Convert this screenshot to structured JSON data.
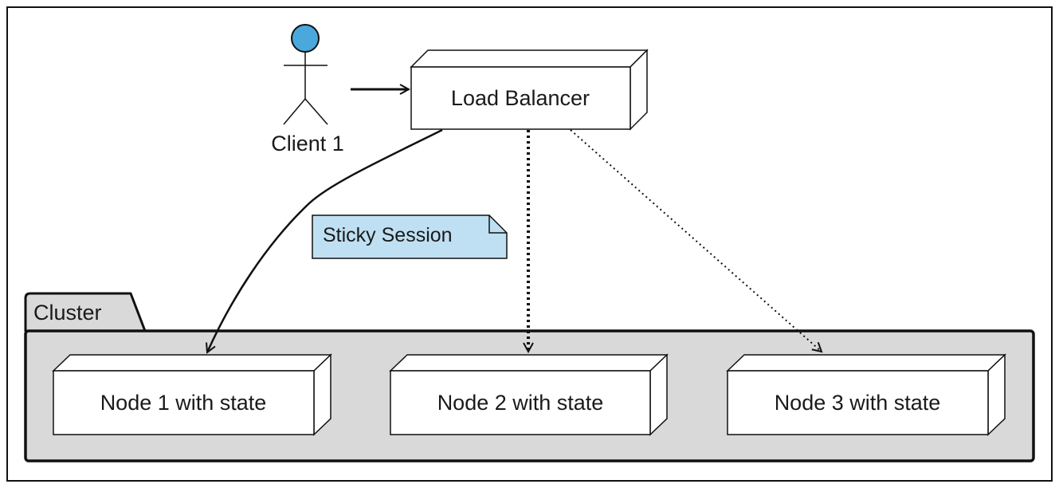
{
  "actor": {
    "label": "Client 1",
    "head_color": "#4aa8dc"
  },
  "load_balancer": {
    "label": "Load Balancer"
  },
  "note": {
    "label": "Sticky Session",
    "fill_color": "#bfe0f2"
  },
  "cluster": {
    "label": "Cluster",
    "fill_color": "#d9d9d9",
    "nodes": [
      {
        "label": "Node 1 with state"
      },
      {
        "label": "Node 2 with state"
      },
      {
        "label": "Node 3 with state"
      }
    ]
  },
  "connections": [
    {
      "from": "Client 1",
      "to": "Load Balancer",
      "style": "solid"
    },
    {
      "from": "Load Balancer",
      "to": "Node 1 with state",
      "style": "solid"
    },
    {
      "from": "Load Balancer",
      "to": "Node 2 with state",
      "style": "dotted-bold"
    },
    {
      "from": "Load Balancer",
      "to": "Node 3 with state",
      "style": "dotted"
    }
  ]
}
